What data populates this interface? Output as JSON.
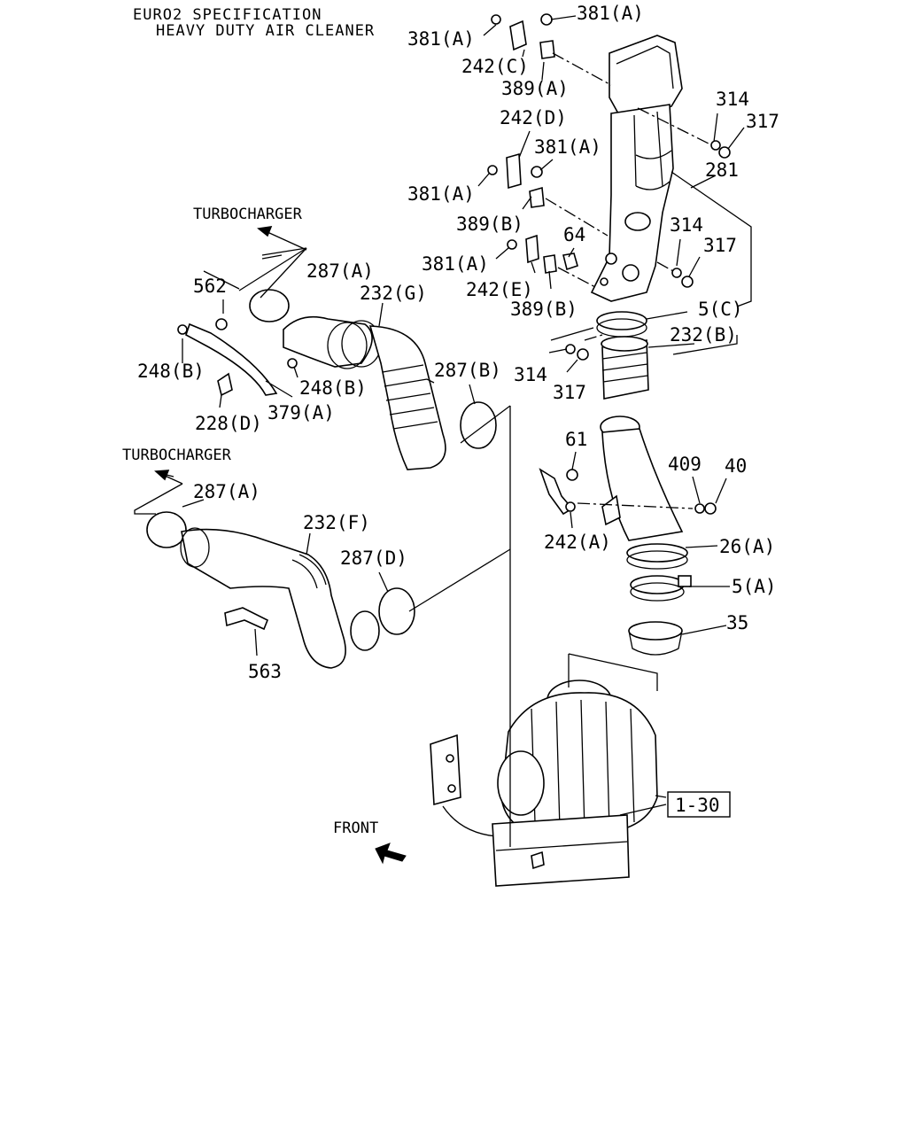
{
  "title": {
    "line1": "EURO2 SPECIFICATION",
    "line2": "HEAVY DUTY AIR CLEANER"
  },
  "direction_labels": {
    "turbocharger_upper": "TURBOCHARGER",
    "turbocharger_lower": "TURBOCHARGER",
    "front": "FRONT"
  },
  "reference_box": "1-30",
  "callouts": {
    "c_381a_1": "381(A)",
    "c_381a_2": "381(A)",
    "c_242c": "242(C)",
    "c_389a": "389(A)",
    "c_242d": "242(D)",
    "c_381a_3": "381(A)",
    "c_381a_4": "381(A)",
    "c_389b_1": "389(B)",
    "c_64": "64",
    "c_381a_5": "381(A)",
    "c_242e": "242(E)",
    "c_389b_2": "389(B)",
    "c_314_1": "314",
    "c_317_1": "317",
    "c_281": "281",
    "c_314_2": "314",
    "c_317_2": "317",
    "c_5c": "5(C)",
    "c_232b": "232(B)",
    "c_314_3": "314",
    "c_317_3": "317",
    "c_287a_1": "287(A)",
    "c_562": "562",
    "c_232g": "232(G)",
    "c_248b_1": "248(B)",
    "c_248b_2": "248(B)",
    "c_228d": "228(D)",
    "c_379a": "379(A)",
    "c_287b": "287(B)",
    "c_61": "61",
    "c_409": "409",
    "c_40": "40",
    "c_242a": "242(A)",
    "c_26a": "26(A)",
    "c_5a": "5(A)",
    "c_35": "35",
    "c_287a_2": "287(A)",
    "c_232f": "232(F)",
    "c_287d": "287(D)",
    "c_563": "563"
  }
}
